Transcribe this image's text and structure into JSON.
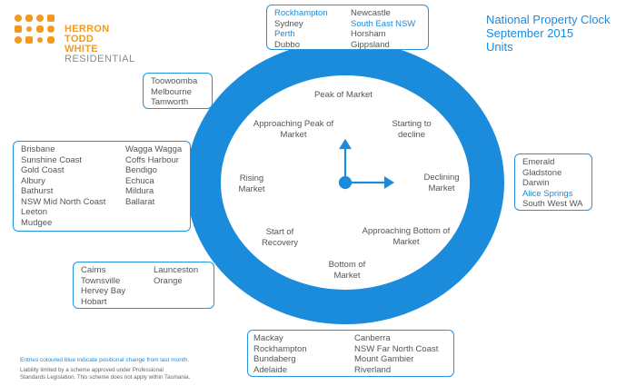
{
  "logo": {
    "line1": "HERRON",
    "line2": "TODD",
    "line3": "WHITE",
    "line4": "RESIDENTIAL"
  },
  "title": {
    "line1": "National Property Clock",
    "line2": "September 2015",
    "line3": "Units"
  },
  "colors": {
    "accent": "#1b8bdc",
    "ring": "#1b8bdc",
    "logo": "#f39a1f"
  },
  "clock_phases": {
    "peak": "Peak of Market",
    "starting_decline": "Starting to decline",
    "declining": "Declining Market",
    "approaching_bottom": "Approaching Bottom of Market",
    "bottom": "Bottom of Market",
    "start_recovery": "Start of Recovery",
    "rising": "Rising Market",
    "approaching_peak": "Approaching Peak of Market"
  },
  "boxes": {
    "top": {
      "col1": [
        {
          "name": "Rockhampton",
          "blue": true
        },
        {
          "name": "Sydney",
          "blue": false
        },
        {
          "name": "Perth",
          "blue": true
        },
        {
          "name": "Dubbo",
          "blue": false
        }
      ],
      "col2": [
        {
          "name": "Newcastle",
          "blue": false
        },
        {
          "name": "South East NSW",
          "blue": true
        },
        {
          "name": "Horsham",
          "blue": false
        },
        {
          "name": "Gippsland",
          "blue": false
        }
      ]
    },
    "approaching_peak": [
      {
        "name": "Toowoomba",
        "blue": false
      },
      {
        "name": "Melbourne",
        "blue": false
      },
      {
        "name": "Tamworth",
        "blue": false
      }
    ],
    "rising": {
      "col1": [
        {
          "name": "Brisbane",
          "blue": false
        },
        {
          "name": "Sunshine Coast",
          "blue": false
        },
        {
          "name": "Gold Coast",
          "blue": false
        },
        {
          "name": "Albury",
          "blue": false
        },
        {
          "name": "Bathurst",
          "blue": false
        },
        {
          "name": "NSW Mid North Coast",
          "blue": false
        },
        {
          "name": "Leeton",
          "blue": false
        },
        {
          "name": "Mudgee",
          "blue": false
        }
      ],
      "col2": [
        {
          "name": "Wagga Wagga",
          "blue": false
        },
        {
          "name": "Coffs Harbour",
          "blue": false
        },
        {
          "name": "Bendigo",
          "blue": false
        },
        {
          "name": "Echuca",
          "blue": false
        },
        {
          "name": "Mildura",
          "blue": false
        },
        {
          "name": "Ballarat",
          "blue": false
        }
      ]
    },
    "recovery": {
      "col1": [
        {
          "name": "Cairns",
          "blue": false
        },
        {
          "name": "Townsville",
          "blue": false
        },
        {
          "name": "Hervey Bay",
          "blue": false
        },
        {
          "name": "Hobart",
          "blue": false
        }
      ],
      "col2": [
        {
          "name": "Launceston",
          "blue": false
        },
        {
          "name": "Orange",
          "blue": false
        }
      ]
    },
    "bottom": {
      "col1": [
        {
          "name": "Mackay",
          "blue": false
        },
        {
          "name": "Rockhampton",
          "blue": false
        },
        {
          "name": "Bundaberg",
          "blue": false
        },
        {
          "name": "Adelaide",
          "blue": false
        }
      ],
      "col2": [
        {
          "name": "Canberra",
          "blue": false
        },
        {
          "name": "NSW Far North Coast",
          "blue": false
        },
        {
          "name": "Mount Gambier",
          "blue": false
        },
        {
          "name": "Riverland",
          "blue": false
        }
      ]
    },
    "declining": [
      {
        "name": "Emerald",
        "blue": false
      },
      {
        "name": "Gladstone",
        "blue": false
      },
      {
        "name": "Darwin",
        "blue": false
      },
      {
        "name": "Alice Springs",
        "blue": true
      },
      {
        "name": "South West WA",
        "blue": false
      }
    ]
  },
  "footer": {
    "note": "Entries coloured blue indicate positional change from last month.",
    "legal1": "Liability limited by a scheme approved under Professional",
    "legal2": "Standards Legislation. This scheme does not apply within Tasmania."
  }
}
